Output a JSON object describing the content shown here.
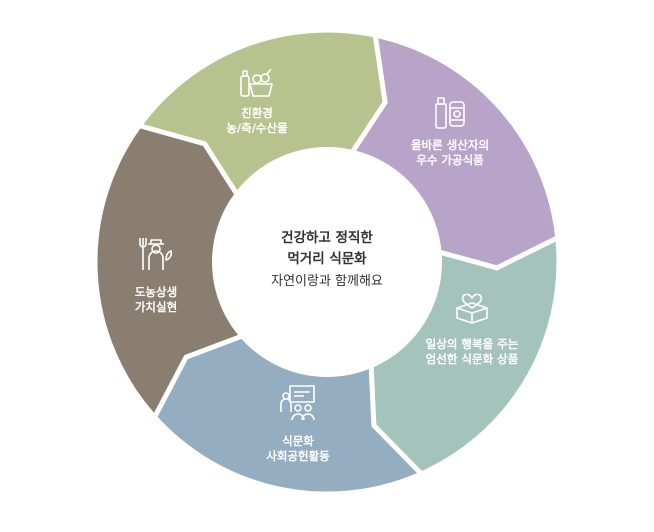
{
  "center": {
    "title_line1": "건강하고 정직한",
    "title_line2": "먹거리 식문화",
    "subtitle": "자연이랑과 함께해요"
  },
  "segments": [
    {
      "line1": "친환경",
      "line2": "농/축/수산물",
      "color": "#b8c28e",
      "icon": "produce-basket-icon"
    },
    {
      "line1": "올바른 생산자의",
      "line2": "우수 가공식품",
      "color": "#b8a4c9",
      "icon": "processed-food-jar-icon"
    },
    {
      "line1": "일상의 행복을 주는",
      "line2": "엄선한 식문화 상품",
      "color": "#a4c4bb",
      "icon": "gift-box-heart-icon"
    },
    {
      "line1": "식문화",
      "line2": "사회공헌활동",
      "color": "#94adc0",
      "icon": "community-class-icon"
    },
    {
      "line1": "도농상생",
      "line2": "가치실현",
      "color": "#8a7e70",
      "icon": "farmer-icon"
    }
  ]
}
